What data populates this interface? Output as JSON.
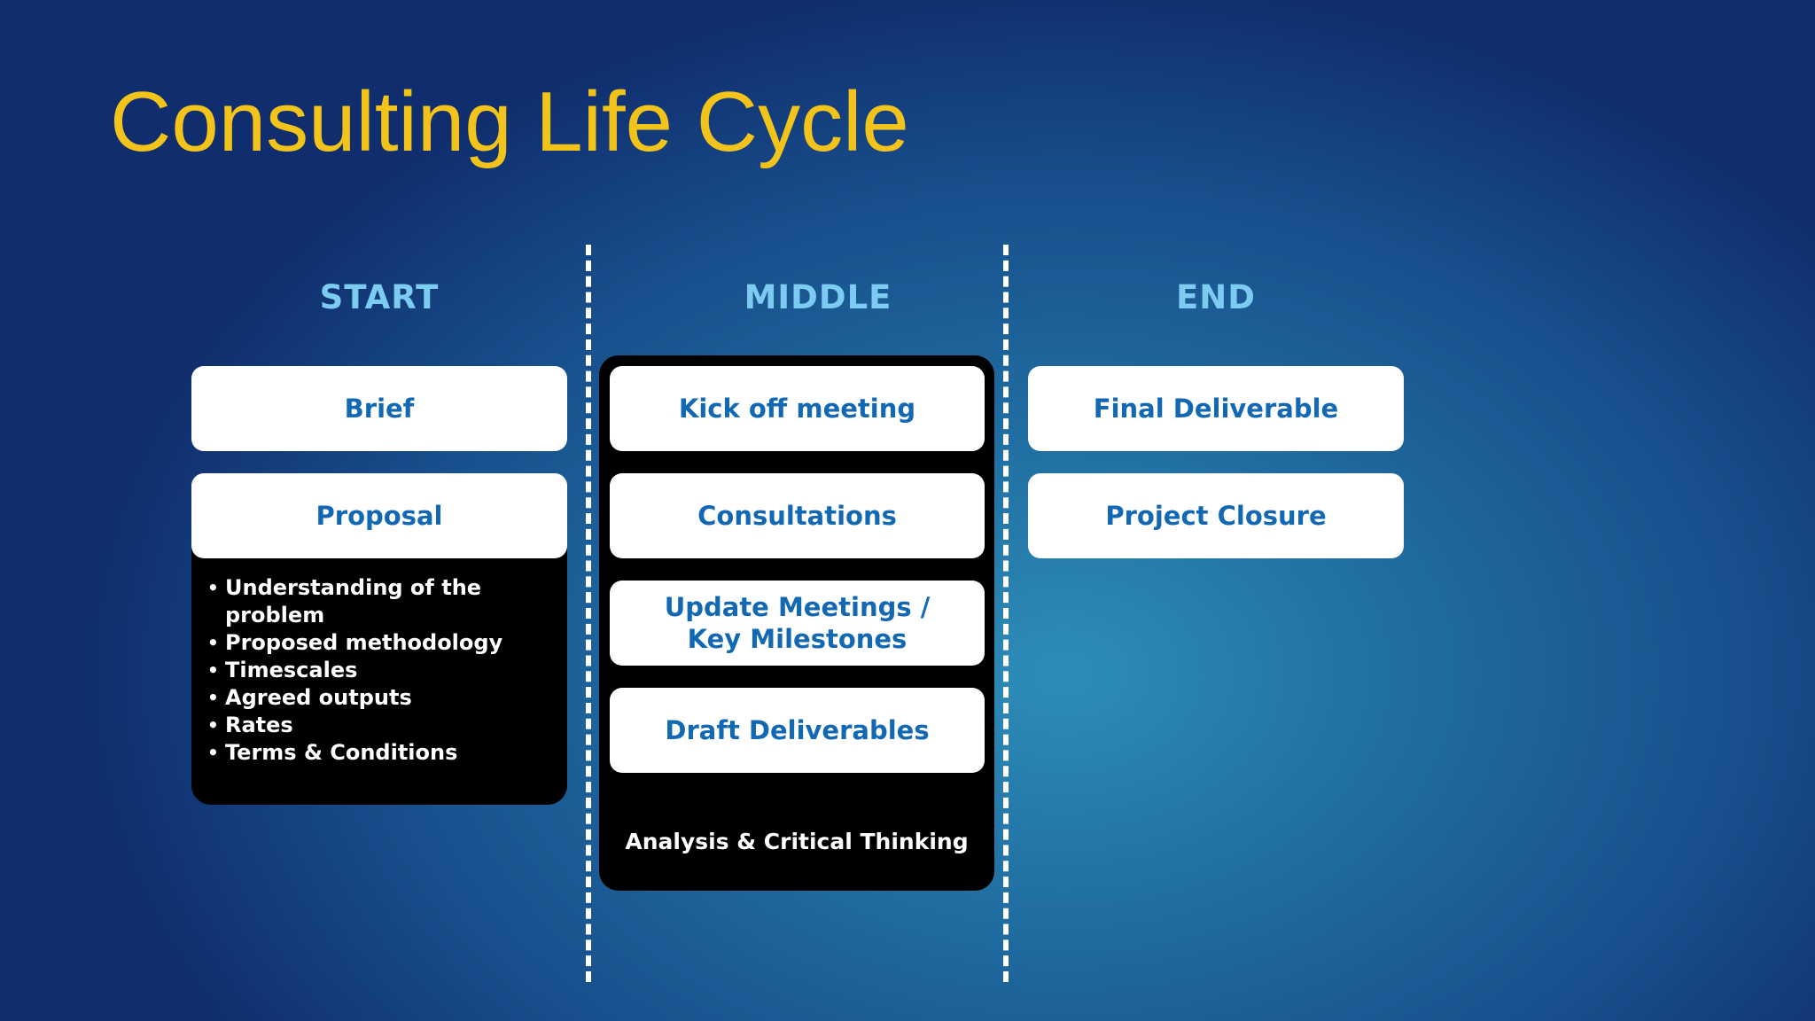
{
  "slide": {
    "title": "Consulting Life Cycle"
  },
  "columns": {
    "start": {
      "heading": "START",
      "cards": [
        "Brief",
        "Proposal"
      ],
      "bullets": [
        "Understanding of the problem",
        "Proposed methodology",
        "Timescales",
        "Agreed outputs",
        "Rates",
        "Terms & Conditions"
      ]
    },
    "middle": {
      "heading": "MIDDLE",
      "cards": [
        "Kick off meeting",
        "Consultations",
        "Update Meetings / Key Milestones",
        "Draft Deliverables"
      ],
      "caption": "Analysis & Critical Thinking"
    },
    "end": {
      "heading": "END",
      "cards": [
        "Final Deliverable",
        "Project Closure"
      ]
    }
  },
  "colors": {
    "title": "#f2c31b",
    "heading": "#7ccbf0",
    "card_text": "#1268b3",
    "card_bg": "#ffffff",
    "panel_bg": "#000000"
  }
}
